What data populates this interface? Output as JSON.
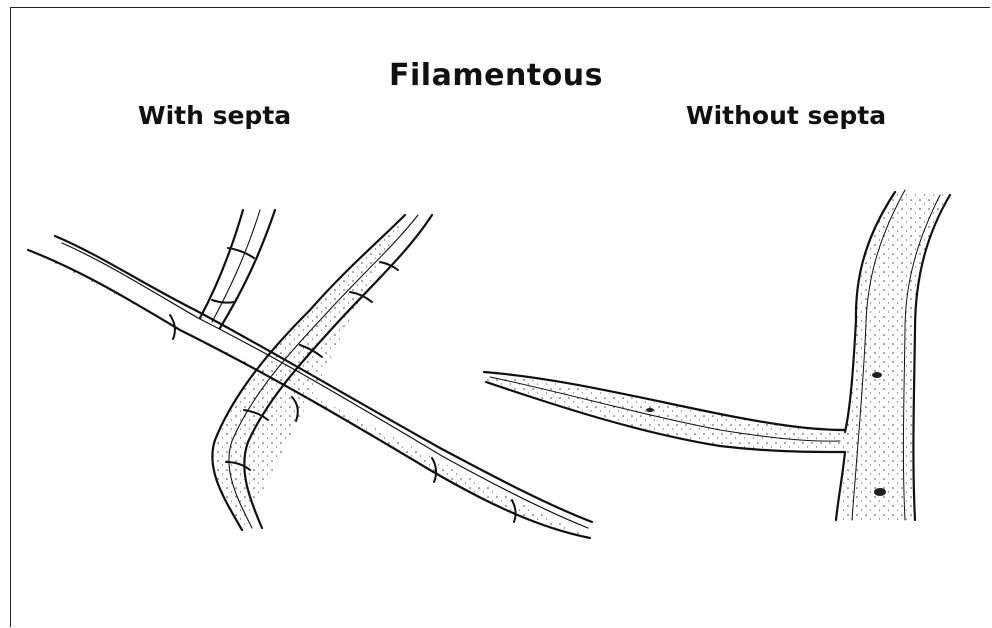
{
  "title": "Filamentous",
  "panels": [
    {
      "label": "With septa"
    },
    {
      "label": "Without septa"
    }
  ]
}
